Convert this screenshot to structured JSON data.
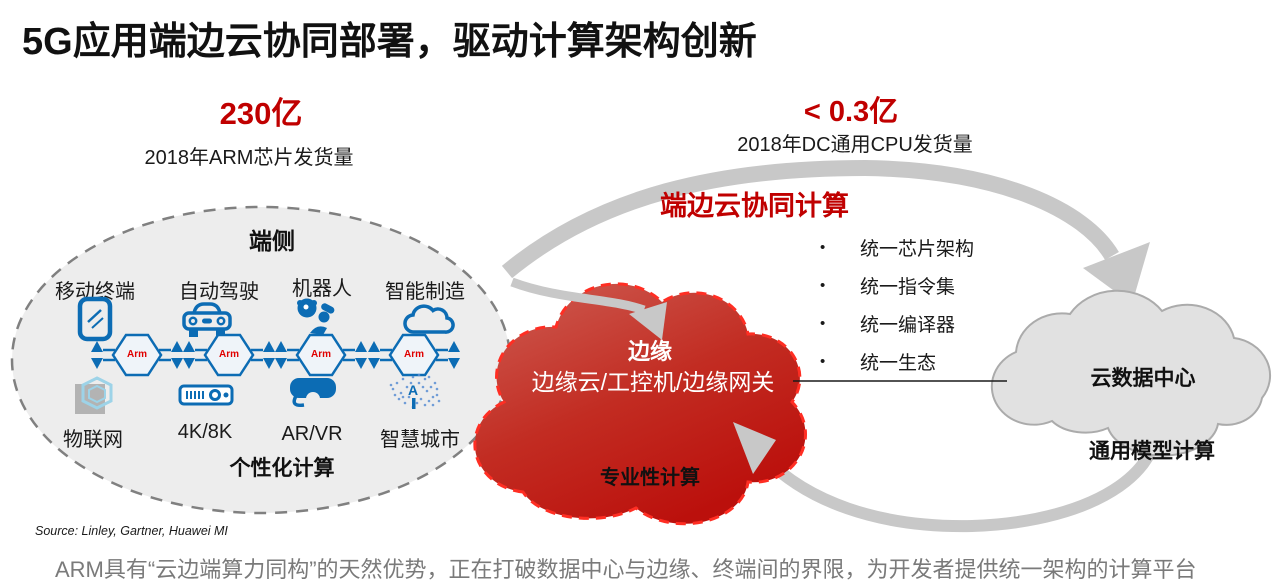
{
  "title": "5G应用端边云协同部署，驱动计算架构创新",
  "stats": {
    "left": {
      "value": "230亿",
      "label": "2018年ARM芯片发货量"
    },
    "right": {
      "value": "< 0.3亿",
      "label": "2018年DC通用CPU发货量"
    }
  },
  "collaboration": {
    "heading": "端边云协同计算",
    "bullet": "•",
    "bullets": [
      "统一芯片架构",
      "统一指令集",
      "统一编译器",
      "统一生态"
    ]
  },
  "device_side": {
    "title": "端侧",
    "caption": "个性化计算",
    "chip_label": "Arm",
    "top_items": [
      {
        "label": "移动终端",
        "icon": "mobile-terminal-icon"
      },
      {
        "label": "自动驾驶",
        "icon": "car-icon"
      },
      {
        "label": "机器人",
        "icon": "robot-icon"
      },
      {
        "label": "智能制造",
        "icon": "cloud-icon"
      }
    ],
    "bottom_items": [
      {
        "label": "物联网",
        "icon": "iot-icon"
      },
      {
        "label": "4K/8K",
        "icon": "set-top-box-icon"
      },
      {
        "label": "AR/VR",
        "icon": "vr-headset-icon"
      },
      {
        "label": "智慧城市",
        "icon": "ai-brain-icon"
      }
    ]
  },
  "edge": {
    "title": "边缘",
    "subtitle": "边缘云/工控机/边缘网关",
    "caption": "专业性计算"
  },
  "cloud": {
    "title": "云数据中心",
    "caption": "通用模型计算"
  },
  "source": "Source:  Linley, Gartner, Huawei MI",
  "footer": "ARM具有“云边端算力同构”的天然优势，正在打破数据中心与边缘、终端间的界限，为开发者提供统一架构的计算平台",
  "colors": {
    "accent_red": "#C00000",
    "icon_blue": "#0C6CB4",
    "arrow_gray": "#C8C8C8",
    "ellipse_fill": "#EDEDED"
  }
}
